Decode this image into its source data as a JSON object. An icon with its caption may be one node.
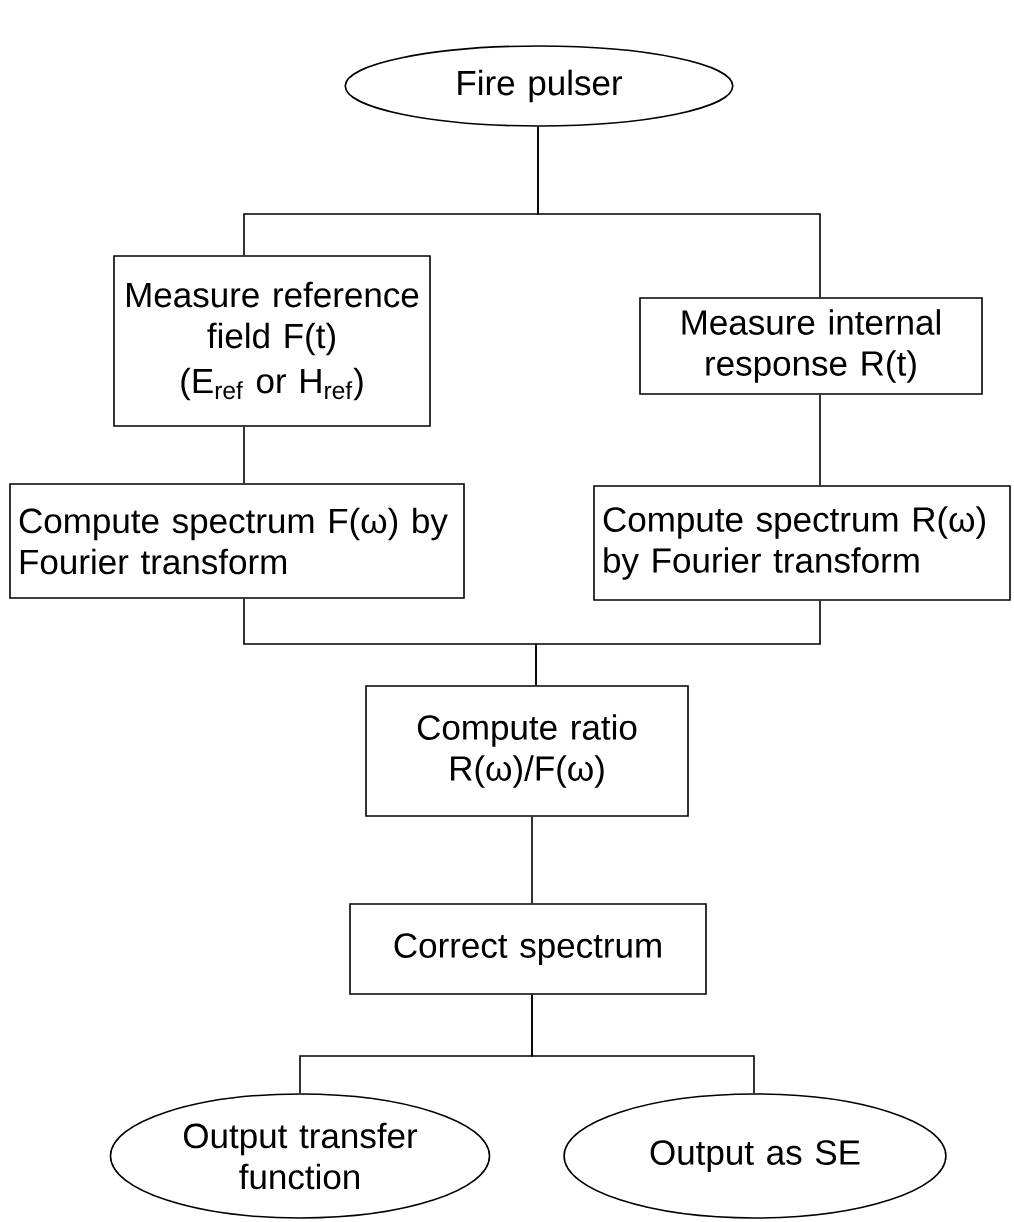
{
  "diagram": {
    "nodes": [
      {
        "text": [
          "Fire pulser"
        ]
      },
      {
        "text": [
          "Measure reference field F(t)",
          "(E$_{ref}$ or H$_{ref}$)"
        ]
      },
      {
        "text": [
          "Measure internal response R(t)"
        ]
      },
      {
        "text": [
          "Compute spectrum F(ω) by Fourier transform"
        ]
      },
      {
        "text": [
          "Compute spectrum R(ω) by Fourier transform"
        ]
      },
      {
        "text": [
          "Compute ratio R(ω)/F(ω)"
        ]
      },
      {
        "text": [
          "Correct spectrum"
        ]
      },
      {
        "text": [
          "Output transfer function"
        ]
      },
      {
        "text": [
          "Output as SE"
        ]
      }
    ],
    "edges": [
      {
        "from": 0,
        "to": 1,
        "arrow": "none"
      },
      {
        "from": 0,
        "to": 2,
        "arrow": "none"
      },
      {
        "from": 1,
        "to": 3,
        "arrow": "none"
      },
      {
        "from": 2,
        "to": 4,
        "arrow": "none"
      },
      {
        "from": 3,
        "to": 5,
        "arrow": "none"
      },
      {
        "from": 4,
        "to": 5,
        "arrow": "none"
      },
      {
        "from": 5,
        "to": 6,
        "arrow": "none"
      },
      {
        "from": 6,
        "to": 7,
        "arrow": "none"
      },
      {
        "from": 6,
        "to": 8,
        "arrow": "none"
      }
    ]
  }
}
